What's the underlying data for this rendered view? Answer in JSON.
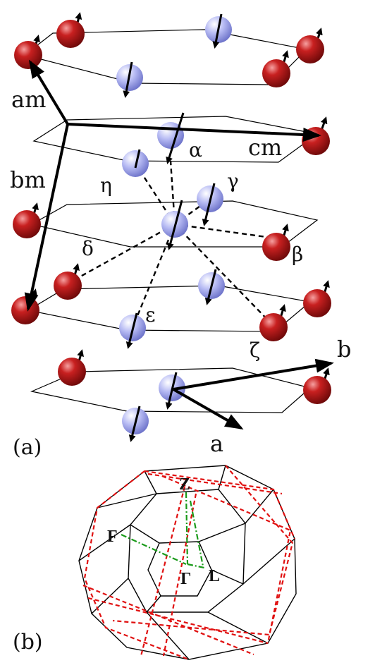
{
  "panel_a": {
    "label": "(a)",
    "axes": {
      "a_m": "am",
      "b_m": "bm",
      "c_m": "cm",
      "a": "a",
      "b": "b"
    },
    "neighbors": {
      "alpha": "α",
      "beta": "β",
      "gamma": "γ",
      "delta": "δ",
      "epsilon": "ε",
      "zeta": "ζ",
      "eta": "η"
    },
    "colors": {
      "spin_up_atom": "#b01818",
      "spin_down_atom": "#9aa0e8",
      "bond": "#000000"
    }
  },
  "panel_b": {
    "label": "(b)",
    "points": {
      "Z": "Z",
      "F": "F",
      "Gamma": "Γ",
      "L": "L"
    },
    "colors": {
      "zone_edges": "#000000",
      "plane_lines": "#e01010",
      "path": "#1a9a1a"
    }
  }
}
